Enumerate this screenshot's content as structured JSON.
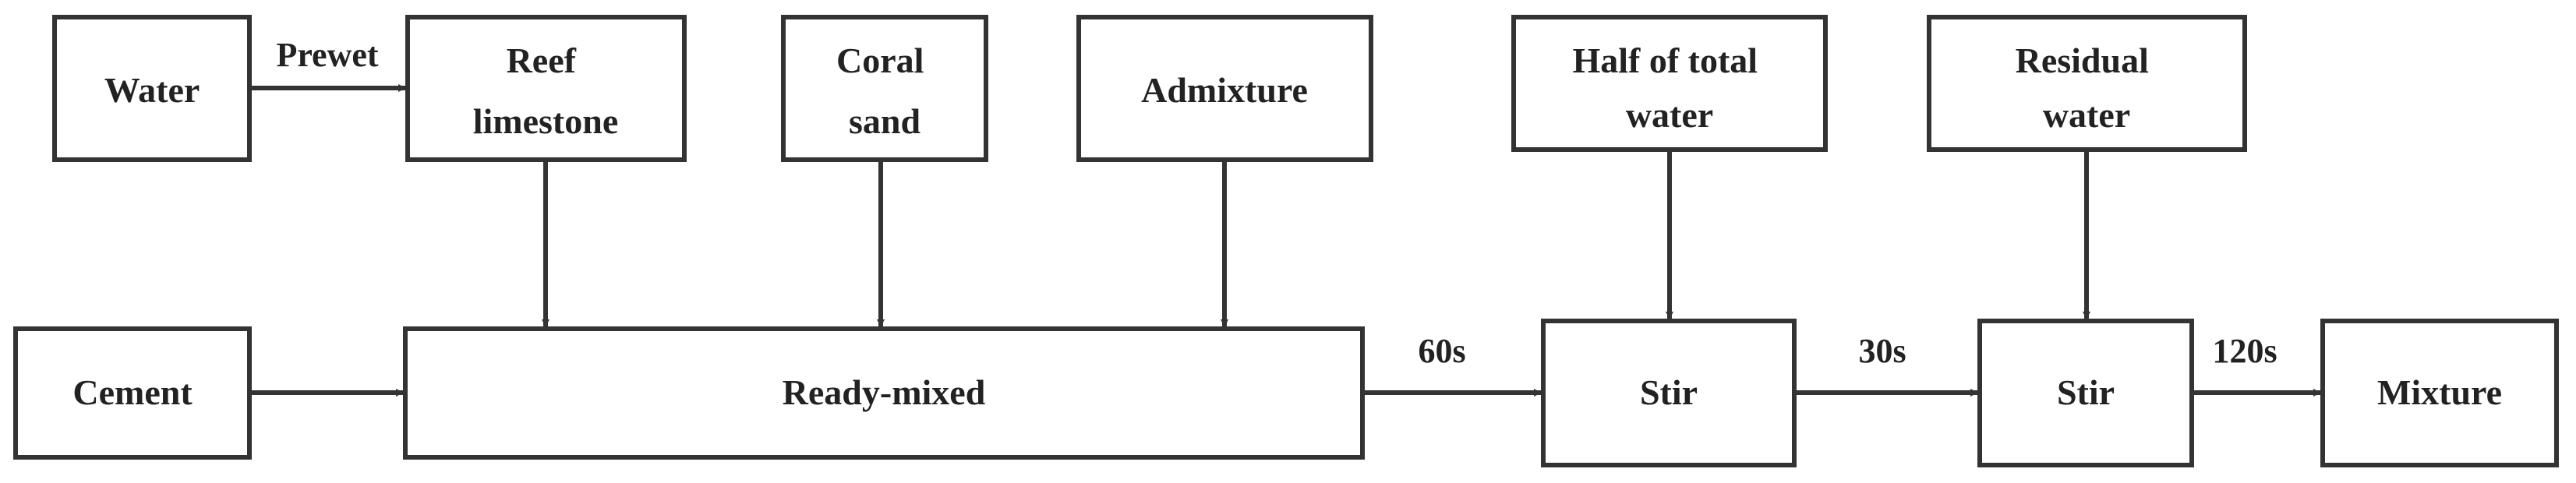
{
  "nodes": {
    "water": {
      "lines": [
        "Water"
      ]
    },
    "reef_limestone": {
      "lines": [
        "Reef",
        "limestone"
      ]
    },
    "coral_sand": {
      "lines": [
        "Coral",
        "sand"
      ]
    },
    "admixture": {
      "lines": [
        "Admixture"
      ]
    },
    "half_water": {
      "lines": [
        "Half of total",
        "water"
      ]
    },
    "residual_water": {
      "lines": [
        "Residual",
        "water"
      ]
    },
    "cement": {
      "lines": [
        "Cement"
      ]
    },
    "ready_mixed": {
      "lines": [
        "Ready-mixed"
      ]
    },
    "stir1": {
      "lines": [
        "Stir"
      ]
    },
    "stir2": {
      "lines": [
        "Stir"
      ]
    },
    "mixture": {
      "lines": [
        "Mixture"
      ]
    }
  },
  "edges": {
    "prewet": "Prewet",
    "t60": "60s",
    "t30": "30s",
    "t120": "120s"
  },
  "colors": {
    "stroke": "#333333",
    "text": "#222222",
    "background": "#ffffff"
  }
}
